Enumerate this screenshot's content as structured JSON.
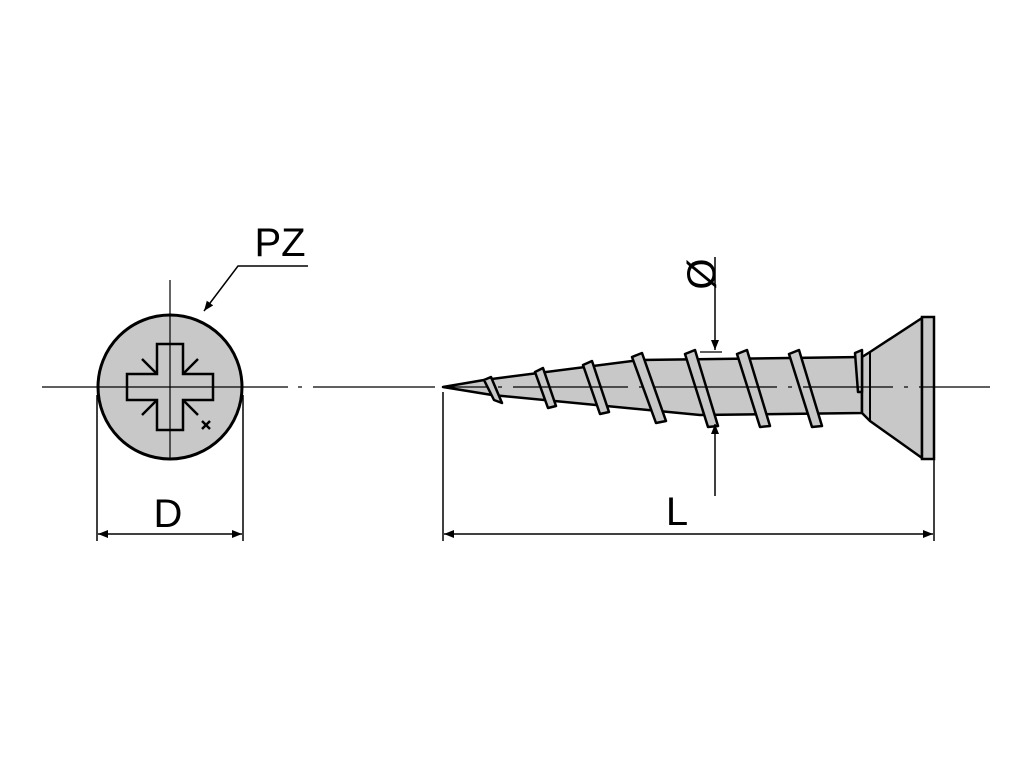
{
  "labels": {
    "drive_type": "PZ",
    "head_diameter": "D",
    "thread_diameter": "Ø",
    "length": "L"
  },
  "colors": {
    "fill": "#c8c8c8",
    "line": "#000000",
    "background": "#ffffff"
  },
  "icons": {
    "head_view": "pozidriv-screw-head-icon",
    "side_view": "countersunk-wood-screw-icon"
  }
}
